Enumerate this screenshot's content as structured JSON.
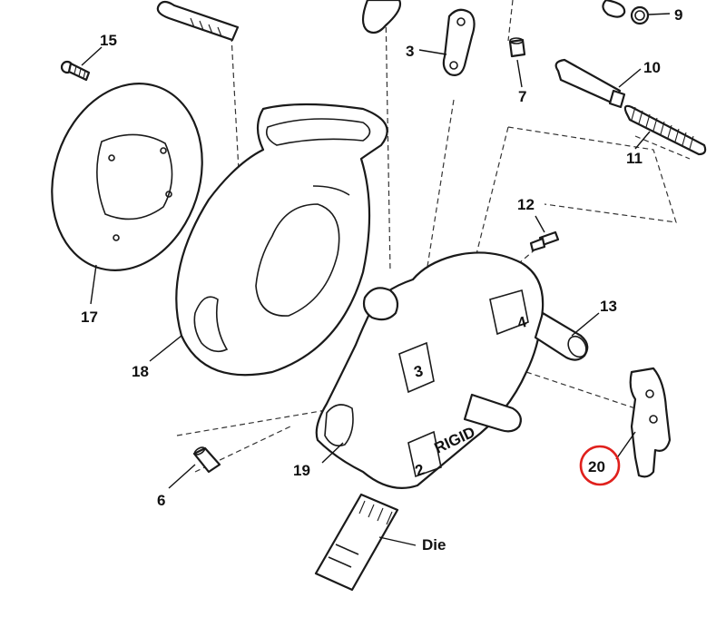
{
  "labels": {
    "l3": "3",
    "l6": "6",
    "l7": "7",
    "l9": "9",
    "l10": "10",
    "l11": "11",
    "l12": "12",
    "l13": "13",
    "l15": "15",
    "l17": "17",
    "l18": "18",
    "l19": "19",
    "l20": "20",
    "die": "Die"
  },
  "body_marks": {
    "n3": "3",
    "n4": "4",
    "n2": "2",
    "brand": "RIGID"
  },
  "colors": {
    "highlight": "#e0201c",
    "ink": "#1a1a1a"
  }
}
